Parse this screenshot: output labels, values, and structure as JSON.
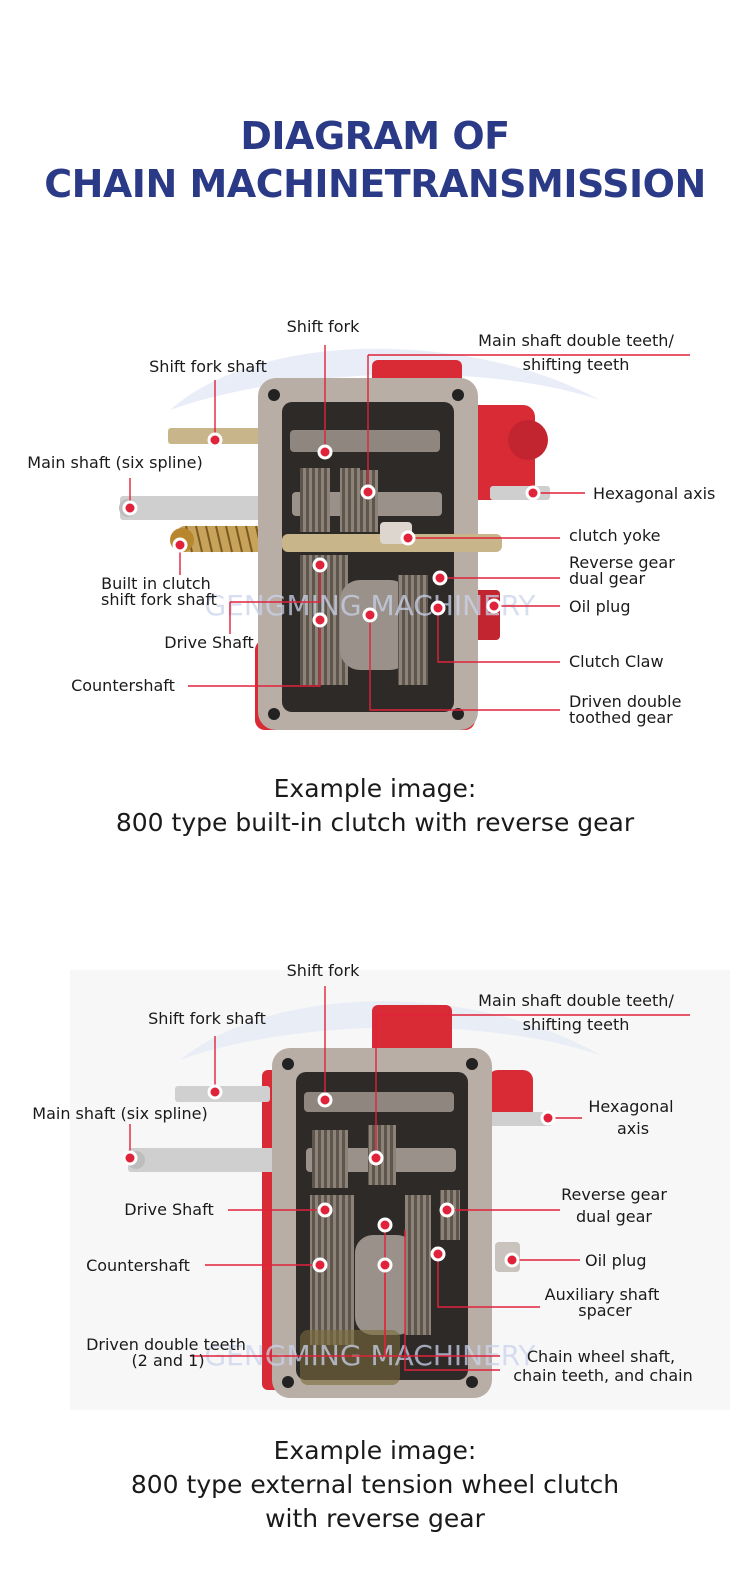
{
  "title": {
    "line1": "DIAGRAM OF",
    "line2": "CHAIN MACHINETRANSMISSION"
  },
  "watermark": "GENGMING MACHINERY",
  "colors": {
    "title": "#2a3a86",
    "leader": "#e0223a",
    "housing_red": "#d92b35",
    "casing_gray": "#b9aea6"
  },
  "diagram1": {
    "labels": {
      "shift_fork": "Shift fork",
      "shift_fork_shaft": "Shift fork shaft",
      "main_shaft_double_l1": "Main shaft double teeth/",
      "main_shaft_double_l2": "shifting teeth",
      "main_shaft_six_spline": "Main shaft (six spline)",
      "hexagonal_axis": "Hexagonal axis",
      "clutch_yoke": "clutch yoke",
      "reverse_gear_l1": "Reverse gear",
      "reverse_gear_l2": "dual gear",
      "built_in_l1": "Built in clutch",
      "built_in_l2": "shift fork shaft",
      "oil_plug": "Oil plug",
      "drive_shaft": "Drive Shaft",
      "clutch_claw": "Clutch Claw",
      "countershaft": "Countershaft",
      "driven_double_l1": "Driven double",
      "driven_double_l2": "toothed gear"
    },
    "caption_l1": "Example image:",
    "caption_l2": "800 type built-in clutch with reverse gear"
  },
  "diagram2": {
    "labels": {
      "shift_fork": "Shift fork",
      "shift_fork_shaft": "Shift fork shaft",
      "main_shaft_double_l1": "Main shaft double teeth/",
      "main_shaft_double_l2": "shifting teeth",
      "main_shaft_six_spline": "Main shaft (six spline)",
      "hexagonal_l1": "Hexagonal",
      "hexagonal_l2": "axis",
      "drive_shaft": "Drive Shaft",
      "reverse_gear_l1": "Reverse gear",
      "reverse_gear_l2": "dual gear",
      "countershaft": "Countershaft",
      "oil_plug": "Oil plug",
      "auxiliary_l1": "Auxiliary shaft",
      "auxiliary_l2": "spacer",
      "driven_teeth_l1": "Driven double teeth",
      "driven_teeth_l2": "(2 and 1)",
      "chain_wheel_l1": "Chain wheel shaft,",
      "chain_wheel_l2": "chain teeth, and chain"
    },
    "caption_l1": "Example image:",
    "caption_l2": "800 type external tension wheel clutch",
    "caption_l3": "with reverse gear"
  }
}
